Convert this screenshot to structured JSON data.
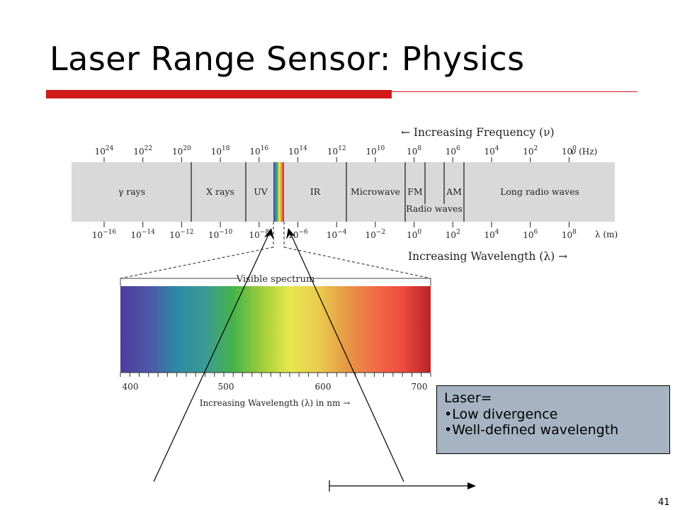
{
  "slide": {
    "title": "Laser Range Sensor: Physics",
    "page_number": "41"
  },
  "colors": {
    "accent_red": "#d11a1a",
    "band_gray": "#d9d9d9",
    "note_box_bg": "#a5b3c2",
    "visible_spectrum_stops": [
      "#4b3d9c",
      "#4e56a8",
      "#2d8aa5",
      "#3b9a94",
      "#45b34a",
      "#9fce3b",
      "#e8e64e",
      "#eacd4e",
      "#e69a45",
      "#f06d45",
      "#ef4a3e",
      "#ba2228"
    ]
  },
  "spectrum": {
    "frequency_heading": "← Increasing Frequency (ν)",
    "frequency_unit": "ν (Hz)",
    "frequency_ticks": [
      {
        "base": "10",
        "exp": "24"
      },
      {
        "base": "10",
        "exp": "22"
      },
      {
        "base": "10",
        "exp": "20"
      },
      {
        "base": "10",
        "exp": "18"
      },
      {
        "base": "10",
        "exp": "16"
      },
      {
        "base": "10",
        "exp": "14"
      },
      {
        "base": "10",
        "exp": "12"
      },
      {
        "base": "10",
        "exp": "10"
      },
      {
        "base": "10",
        "exp": "8"
      },
      {
        "base": "10",
        "exp": "6"
      },
      {
        "base": "10",
        "exp": "4"
      },
      {
        "base": "10",
        "exp": "2"
      },
      {
        "base": "10",
        "exp": "0"
      }
    ],
    "wavelength_unit": "λ (m)",
    "wavelength_ticks": [
      {
        "base": "10",
        "exp": "−16"
      },
      {
        "base": "10",
        "exp": "−14"
      },
      {
        "base": "10",
        "exp": "−12"
      },
      {
        "base": "10",
        "exp": "−10"
      },
      {
        "base": "10",
        "exp": "−8"
      },
      {
        "base": "10",
        "exp": "−6"
      },
      {
        "base": "10",
        "exp": "−4"
      },
      {
        "base": "10",
        "exp": "−2"
      },
      {
        "base": "10",
        "exp": "0"
      },
      {
        "base": "10",
        "exp": "2"
      },
      {
        "base": "10",
        "exp": "4"
      },
      {
        "base": "10",
        "exp": "6"
      },
      {
        "base": "10",
        "exp": "8"
      }
    ],
    "wavelength_heading": "Increasing Wavelength (λ) →",
    "regions": [
      "γ rays",
      "X rays",
      "UV",
      "IR",
      "Microwave",
      "FM",
      "AM",
      "Long radio waves"
    ],
    "radio_waves_label": "Radio waves"
  },
  "visible": {
    "title": "Visible spectrum",
    "scale_labels": [
      "400",
      "500",
      "600",
      "700"
    ],
    "axis_caption": "Increasing Wavelength (λ) in nm →"
  },
  "note": {
    "lines": [
      "Laser=",
      "•Low divergence",
      "•Well-defined wavelength"
    ]
  }
}
